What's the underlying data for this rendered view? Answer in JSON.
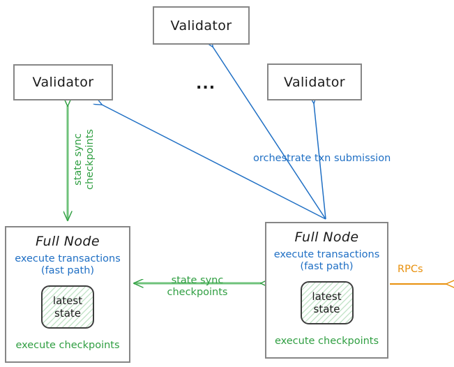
{
  "diagram": {
    "title": "Sui validator and full node architecture",
    "colors": {
      "box_border": "#868686",
      "text_dark": "#1a1a1a",
      "blue": "#1f6fc4",
      "green": "#2f9e41",
      "orange": "#e8900c",
      "inner_box_border": "#3d3d3d"
    },
    "nodes": {
      "validator_top": {
        "label": "Validator"
      },
      "validator_left": {
        "label": "Validator"
      },
      "validator_right": {
        "label": "Validator"
      },
      "ellipsis": {
        "label": "..."
      },
      "full_node_left": {
        "title": "Full Node",
        "execute_line1": "execute transactions",
        "execute_line2": "(fast path)",
        "inner_line1": "latest",
        "inner_line2": "state",
        "execute_checkpoints": "execute checkpoints"
      },
      "full_node_right": {
        "title": "Full Node",
        "execute_line1": "execute transactions",
        "execute_line2": "(fast path)",
        "inner_line1": "latest",
        "inner_line2": "state",
        "execute_checkpoints": "execute checkpoints"
      }
    },
    "edges": {
      "state_sync_vertical": {
        "line1": "state sync",
        "line2": "checkpoints",
        "color": "#2f9e41",
        "arrow": "bidirectional"
      },
      "state_sync_horizontal": {
        "line1": "state sync",
        "line2": "checkpoints",
        "color": "#2f9e41",
        "arrow": "bidirectional"
      },
      "orchestrate": {
        "label": "orchestrate txn submission",
        "color": "#1f6fc4",
        "arrow": "to-validators"
      },
      "rpcs": {
        "label": "RPCs",
        "color": "#e8900c",
        "arrow": "outgoing"
      }
    }
  }
}
